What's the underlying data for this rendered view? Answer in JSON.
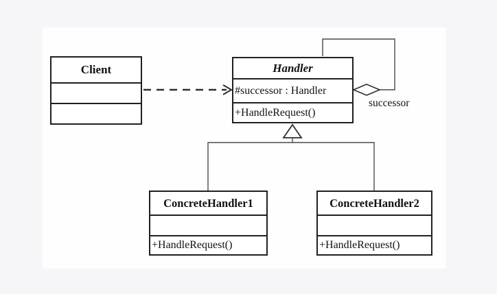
{
  "diagram": {
    "kind": "uml-class-diagram",
    "pattern": "Chain of Responsibility",
    "classes": [
      {
        "id": "client",
        "name": "Client",
        "abstract": false,
        "attributes": [],
        "methods": []
      },
      {
        "id": "handler",
        "name": "Handler",
        "abstract": true,
        "attributes": [
          "#successor : Handler"
        ],
        "methods": [
          "+HandleRequest()"
        ]
      },
      {
        "id": "concrete-handler-1",
        "name": "ConcreteHandler1",
        "abstract": false,
        "attributes": [],
        "methods": [
          "+HandleRequest()"
        ]
      },
      {
        "id": "concrete-handler-2",
        "name": "ConcreteHandler2",
        "abstract": false,
        "attributes": [],
        "methods": [
          "+HandleRequest()"
        ]
      }
    ],
    "relationships": [
      {
        "type": "dependency",
        "from": "Client",
        "to": "Handler",
        "style": "dashed-open-arrow"
      },
      {
        "type": "aggregation",
        "from": "Handler",
        "to": "Handler",
        "label": "successor"
      },
      {
        "type": "generalization",
        "from": "ConcreteHandler1",
        "to": "Handler"
      },
      {
        "type": "generalization",
        "from": "ConcreteHandler2",
        "to": "Handler"
      }
    ],
    "labels": {
      "successor": "successor"
    }
  },
  "colors": {
    "page_bg": "#f6f6f8",
    "panel_bg": "#fefefe",
    "box_border": "#1f1f1f",
    "connector": "#4a4a4a",
    "dependency": "#2e2e2e",
    "text": "#111111",
    "shape_fill": "#ffffff"
  }
}
